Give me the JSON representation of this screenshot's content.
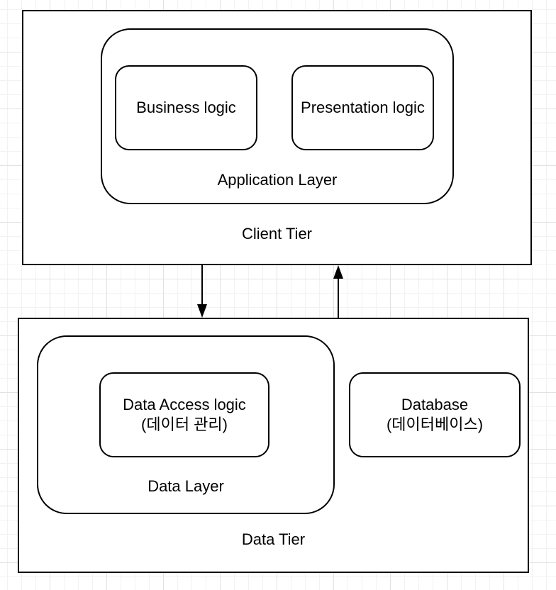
{
  "colors": {
    "background": "#ffffff",
    "grid_minor": "#f2f2f2",
    "grid_major": "#e2e2e2",
    "shape_fill": "#ffffff",
    "shape_border": "#000000",
    "text": "#000000"
  },
  "diagram": {
    "client_tier": {
      "label": "Client Tier",
      "application_layer": {
        "label": "Application Layer",
        "business_logic": {
          "label": "Business logic"
        },
        "presentation_logic": {
          "label": "Presentation logic"
        }
      }
    },
    "connectors": {
      "down_arrow": "arrow-down-connector",
      "up_arrow": "arrow-up-connector"
    },
    "data_tier": {
      "label": "Data Tier",
      "data_layer": {
        "label": "Data Layer",
        "data_access_logic": {
          "line1": "Data Access logic",
          "line2": "(데이터 관리)"
        }
      },
      "database": {
        "line1": "Database",
        "line2": "(데이터베이스)"
      }
    }
  }
}
